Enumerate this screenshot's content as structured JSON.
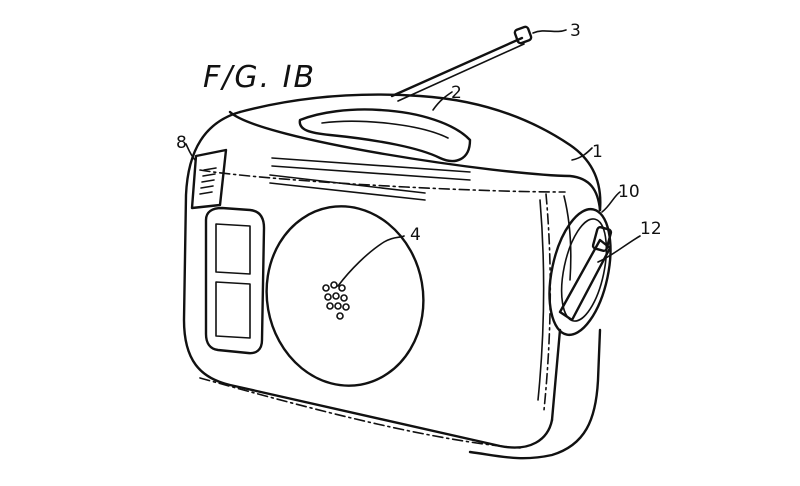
{
  "figure": {
    "title": "F/G. IB",
    "labels": {
      "body": "1",
      "handle": "2",
      "antenna": "3",
      "speaker": "4",
      "tuning_dial": "8",
      "crank_housing": "10",
      "crank_handle": "12"
    }
  }
}
